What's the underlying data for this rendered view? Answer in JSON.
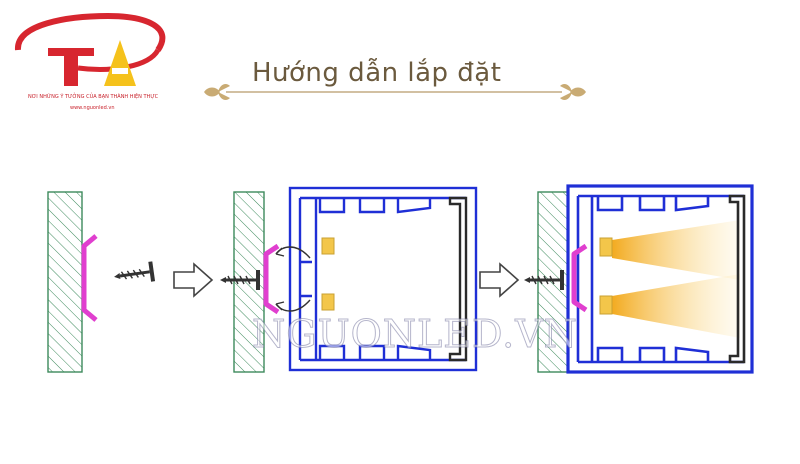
{
  "logo": {
    "letters": "TA",
    "slogan": "NƠI NHỮNG Ý TƯỞNG CỦA BẠN THÀNH HIỆN THỰC",
    "site": "www.nguonled.vn",
    "colors": {
      "red": "#d7262f",
      "yellow": "#f5c21c"
    }
  },
  "title": "Hướng dẫn lắp đặt",
  "watermark": "NGUONLED.VN",
  "colors": {
    "profile": "#1f2fd6",
    "clip": "#e03fcf",
    "wall_hatch": "#2f7d4f",
    "led_light": "#f5b21e",
    "divider": "#b89a6a"
  }
}
